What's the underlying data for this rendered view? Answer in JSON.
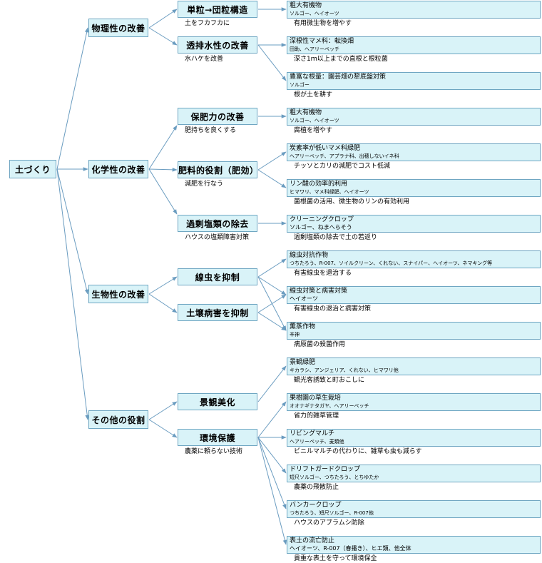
{
  "root": "土づくり",
  "categories": [
    {
      "label": "物理性の改善",
      "subs": [
        {
          "label": "単粒→団粒構造",
          "note": "土をフカフカに",
          "leaves": [
            {
              "title": "粗大有機物",
              "sub": "ソルゴー、ヘイオーツ",
              "note": "有用微生物を増やす"
            }
          ]
        },
        {
          "label": "透排水性の改善",
          "note": "水ハケを改善",
          "leaves": [
            {
              "title": "深根性マメ科：転換畑",
              "sub": "田助、ヘアリーベッチ",
              "note": "深さ1ｍ以上までの直根と根粒菌"
            },
            {
              "title": "豊富な根量：園芸畑の犂底盤対策",
              "sub": "ソルゴー",
              "note": "根が土を耕す"
            }
          ]
        }
      ]
    },
    {
      "label": "化学性の改善",
      "subs": [
        {
          "label": "保肥力の改善",
          "note": "肥持ちを良くする",
          "leaves": [
            {
              "title": "粗大有機物",
              "sub": "ソルゴー、ヘイオーツ",
              "note": "腐植を増やす"
            }
          ]
        },
        {
          "label": "肥料的役割（肥効）",
          "note": "減肥を行なう",
          "leaves": [
            {
              "title": "炭素率が低いマメ科緑肥",
              "sub": "ヘアリーベッチ、アプラナ科、出穂しないイネ科",
              "note": "チッソとカリの減肥でコスト低減"
            },
            {
              "title": "リン酸の効率的利用",
              "sub": "ヒマワリ、マメ科緑肥、ヘイオーツ",
              "note": "菌根菌の活用、微生物のリンの有効利用"
            }
          ]
        },
        {
          "label": "過剰塩類の除去",
          "note": "ハウスの塩類障害対策",
          "leaves": [
            {
              "title": "クリーニングクロップ",
              "sub": "ソルゴー、ねまへらそう",
              "note": "過剰塩類の除去で土の若返り"
            }
          ]
        }
      ]
    },
    {
      "label": "生物性の改善",
      "subs": [
        {
          "label": "線虫を抑制",
          "note": "",
          "leaves": [
            {
              "title": "線虫対抗作物",
              "sub": "つちたろう、R-007、ソイルクリーン、くれない、スナイパー、ヘイオーツ、ネマキング等",
              "note": "有害線虫を退治する"
            },
            {
              "title": "線虫対策と病害対策",
              "sub": "ヘイオーツ",
              "note": "有害線虫の退治と病害対策"
            },
            {
              "title": "薫蒸作物",
              "sub": "辛神",
              "note": "病原菌の殺菌作用"
            }
          ]
        },
        {
          "label": "土壌病害を抑制",
          "note": "",
          "leaves": []
        }
      ]
    },
    {
      "label": "その他の役割",
      "subs": [
        {
          "label": "景観美化",
          "note": "",
          "leaves": [
            {
              "title": "景観緑肥",
              "sub": "キカラシ、アンジェリア、くれない、ヒマワリ他",
              "note": "観光客誘致と町おこしに"
            }
          ]
        },
        {
          "label": "環境保護",
          "note": "農薬に頼らない技術",
          "leaves": [
            {
              "title": "果樹園の草生栽培",
              "sub": "オオナギナタガヤ、ヘアリーベッチ",
              "note": "省力的雑草管理"
            },
            {
              "title": "リビングマルチ",
              "sub": "ヘアリーベッチ、麦類他",
              "note": "ビニルマルチの代わりに、雑草も虫も減らす"
            },
            {
              "title": "ドリフトガードクロップ",
              "sub": "短尺ソルゴー、つちたろう、とちゆたか",
              "note": "農薬の飛散防止"
            },
            {
              "title": "バンカークロップ",
              "sub": "つちたろう、短尺ソルゴー、R-007他",
              "note": "ハウスのアブラムシ防除"
            },
            {
              "title": "表土の流亡防止",
              "sub": "ヘイオーツ、R-007（春播き）、ヒエ類、他全体",
              "note": "貴重な表土を守って環境保全"
            }
          ]
        }
      ]
    }
  ]
}
